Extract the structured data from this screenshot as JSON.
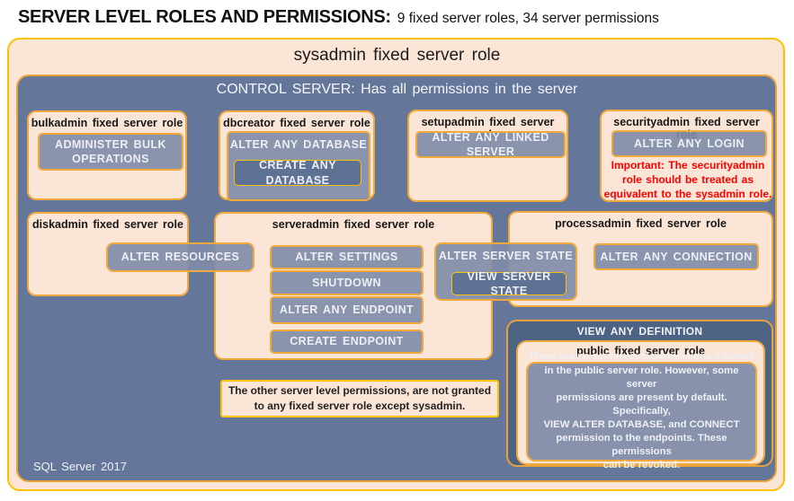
{
  "colors": {
    "peach": "#FBE5D6",
    "control_blue": "#64779B",
    "dark_blue": "#4D6384",
    "perm_gray": "#8593AF",
    "nested_gray": "#5E7295",
    "border_gold": "#FFC000",
    "border_gold_dark": "#F2A93C",
    "warning_red": "#FF0000"
  },
  "header": {
    "title": "SERVER LEVEL ROLES AND PERMISSIONS:",
    "subtitle": "9 fixed server roles, 34 server permissions"
  },
  "sysadmin": {
    "label": "sysadmin fixed server role"
  },
  "control_server": {
    "label": "CONTROL SERVER: Has all permissions in the server"
  },
  "roles": {
    "bulkadmin": {
      "title": "bulkadmin fixed server role",
      "perm1": "ADMINISTER BULK\nOPERATIONS"
    },
    "dbcreator": {
      "title": "dbcreator fixed server role",
      "perm1": "ALTER ANY DATABASE",
      "perm2": "CREATE ANY DATABASE"
    },
    "setupadmin": {
      "title": "setupadmin fixed server role",
      "perm1": "ALTER ANY LINKED SERVER"
    },
    "securityadmin": {
      "title": "securityadmin fixed server role",
      "perm1": "ALTER ANY LOGIN",
      "warning": "Important: The securityadmin\nrole should be treated as\nequivalent to the sysadmin role."
    },
    "diskadmin": {
      "title": "diskadmin fixed server role",
      "perm1": "ALTER RESOURCES"
    },
    "serveradmin": {
      "title": "serveradmin fixed server role",
      "perms": [
        "ALTER SETTINGS",
        "SHUTDOWN",
        "ALTER ANY ENDPOINT",
        "CREATE ENDPOINT"
      ],
      "perm_state": "ALTER SERVER STATE",
      "perm_state_nested": "VIEW SERVER STATE"
    },
    "processadmin": {
      "title": "processadmin fixed server role",
      "perm1": "ALTER ANY CONNECTION"
    },
    "public": {
      "container_label": "VIEW ANY DEFINITION",
      "title": "public fixed server role",
      "note": "There are no server-level permissions inherent\nin the public server role. However, some server\npermissions are present by default. Specifically,\nVIEW ALTER DATABASE, and CONNECT\npermission to the endpoints. These permissions\ncan be revoked."
    }
  },
  "notes": {
    "other_permissions": "The other server level permissions,  are not granted\nto any fixed server role except sysadmin."
  },
  "footer": {
    "version": "SQL Server 2017"
  }
}
